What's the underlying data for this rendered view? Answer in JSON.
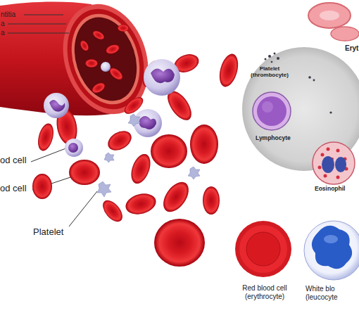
{
  "diagram": {
    "labels": [
      "ntitia",
      "a",
      "a",
      "od cell",
      "od cell",
      "Platelet",
      "Eryt",
      "Platelet (thrombocyte)",
      "Lymphocyte",
      "Eosinophil",
      "Red blood cell (erythrocyte)",
      "White blo",
      "(leucocyte"
    ]
  }
}
